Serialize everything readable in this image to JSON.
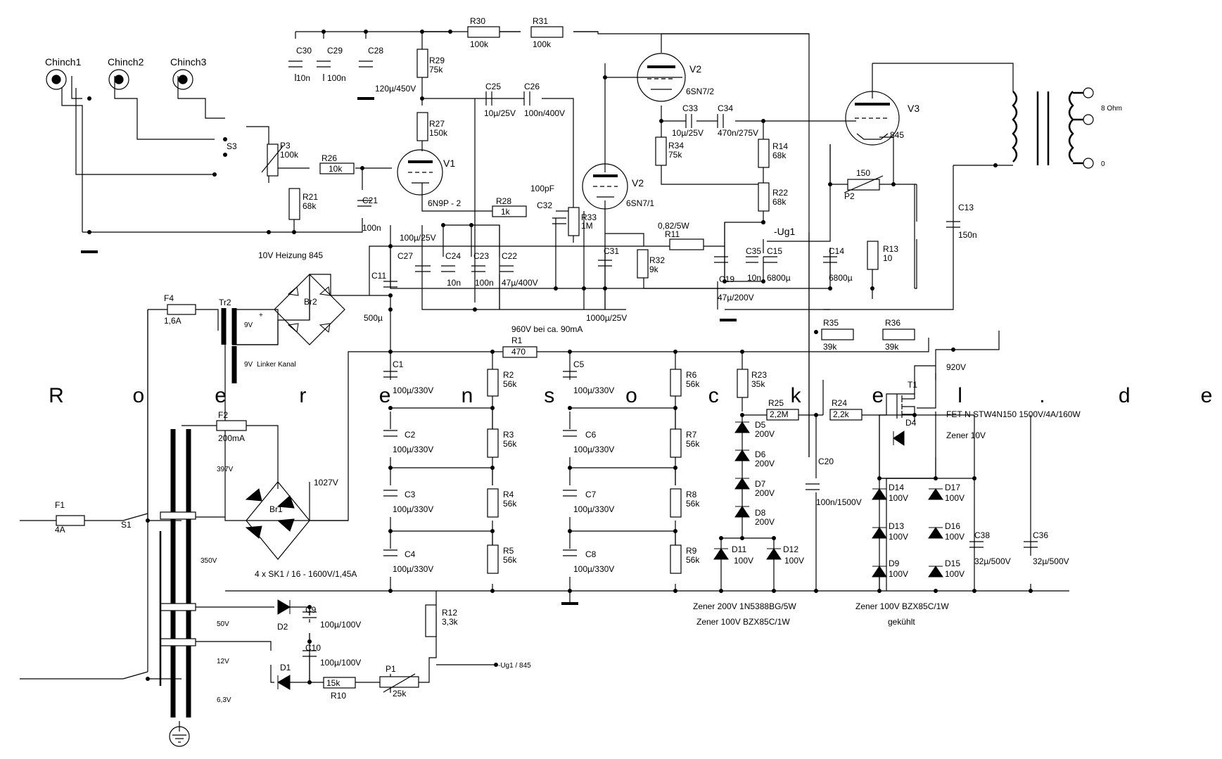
{
  "inputs": {
    "chinch1": "Chinch1",
    "chinch2": "Chinch2",
    "chinch3": "Chinch3",
    "s3": "S3"
  },
  "pot_p3": {
    "name": "P3",
    "value": "100k"
  },
  "tubes": {
    "v1": {
      "name": "V1",
      "type": "6N9P - 2"
    },
    "v2a": {
      "name": "V2",
      "type": "6SN7/2"
    },
    "v2b": {
      "name": "V2",
      "type": "6SN7/1"
    },
    "v3": {
      "name": "V3",
      "type": "845"
    }
  },
  "resistors": {
    "r30": {
      "name": "R30",
      "value": "100k"
    },
    "r31": {
      "name": "R31",
      "value": "100k"
    },
    "r29": {
      "name": "R29",
      "value": "75k"
    },
    "r27": {
      "name": "R27",
      "value": "150k"
    },
    "r26": {
      "name": "R26",
      "value": "10k"
    },
    "r21": {
      "name": "R21",
      "value": "68k"
    },
    "r28": {
      "name": "R28",
      "value": "1k"
    },
    "r33": {
      "name": "R33",
      "value": "1M"
    },
    "r32": {
      "name": "R32",
      "value": "9k"
    },
    "r11": {
      "name": "R11",
      "value": "0,82/5W"
    },
    "r34": {
      "name": "R34",
      "value": "75k"
    },
    "r14": {
      "name": "R14",
      "value": "68k"
    },
    "r22": {
      "name": "R22",
      "value": "68k"
    },
    "r13": {
      "name": "R13",
      "value": "10"
    },
    "r35": {
      "name": "R35",
      "value": "39k"
    },
    "r36": {
      "name": "R36",
      "value": "39k"
    },
    "r1": {
      "name": "R1",
      "value": "470"
    },
    "r2": {
      "name": "R2",
      "value": "56k"
    },
    "r3": {
      "name": "R3",
      "value": "56k"
    },
    "r4": {
      "name": "R4",
      "value": "56k"
    },
    "r5": {
      "name": "R5",
      "value": "56k"
    },
    "r6": {
      "name": "R6",
      "value": "56k"
    },
    "r7": {
      "name": "R7",
      "value": "56k"
    },
    "r8": {
      "name": "R8",
      "value": "56k"
    },
    "r9": {
      "name": "R9",
      "value": "56k"
    },
    "r23": {
      "name": "R23",
      "value": "35k"
    },
    "r25": {
      "name": "R25",
      "value": "2,2M"
    },
    "r24": {
      "name": "R24",
      "value": "2,2k"
    },
    "r12": {
      "name": "R12",
      "value": "3,3k"
    },
    "r10": {
      "name": "R10",
      "value": "15k"
    }
  },
  "capacitors": {
    "c30": {
      "name": "C30",
      "value": "10n"
    },
    "c29": {
      "name": "C29",
      "value": "100n"
    },
    "c28": {
      "name": "C28",
      "value": "120µ/450V"
    },
    "c25": {
      "name": "C25",
      "value": "10µ/25V"
    },
    "c26": {
      "name": "C26",
      "value": "100n/400V"
    },
    "c21": {
      "name": "C21",
      "value": "100n"
    },
    "c32": {
      "name": "C32",
      "value": "100pF"
    },
    "c27": {
      "name": "C27",
      "value": "100µ/25V"
    },
    "c24": {
      "name": "C24",
      "value": "10n"
    },
    "c23": {
      "name": "C23",
      "value": "100n"
    },
    "c22": {
      "name": "C22",
      "value": "47µ/400V"
    },
    "c31": {
      "name": "C31",
      "value": "1000µ/25V"
    },
    "c33": {
      "name": "C33",
      "value": "10µ/25V"
    },
    "c34": {
      "name": "C34",
      "value": "470n/275V"
    },
    "c19": {
      "name": "C19",
      "value": "47µ/200V"
    },
    "c35": {
      "name": "C35",
      "value": "10n"
    },
    "c15": {
      "name": "C15",
      "value": "6800µ"
    },
    "c14": {
      "name": "C14",
      "value": "6800µ"
    },
    "c13": {
      "name": "C13",
      "value": "150n"
    },
    "c11": {
      "name": "C11",
      "value": "500µ"
    },
    "c1": {
      "name": "C1",
      "value": "100µ/330V"
    },
    "c2": {
      "name": "C2",
      "value": "100µ/330V"
    },
    "c3": {
      "name": "C3",
      "value": "100µ/330V"
    },
    "c4": {
      "name": "C4",
      "value": "100µ/330V"
    },
    "c5": {
      "name": "C5",
      "value": "100µ/330V"
    },
    "c6": {
      "name": "C6",
      "value": "100µ/330V"
    },
    "c7": {
      "name": "C7",
      "value": "100µ/330V"
    },
    "c8": {
      "name": "C8",
      "value": "100µ/330V"
    },
    "c20": {
      "name": "C20",
      "value": "100n/1500V"
    },
    "c38": {
      "name": "C38",
      "value": "32µ/500V"
    },
    "c36": {
      "name": "C36",
      "value": "32µ/500V"
    },
    "c9": {
      "name": "C9",
      "value": "100µ/100V"
    },
    "c10": {
      "name": "C10",
      "value": "100µ/100V"
    }
  },
  "diodes": {
    "d5": {
      "name": "D5",
      "value": "200V"
    },
    "d6": {
      "name": "D6",
      "value": "200V"
    },
    "d7": {
      "name": "D7",
      "value": "200V"
    },
    "d8": {
      "name": "D8",
      "value": "200V"
    },
    "d11": {
      "name": "D11",
      "value": "100V"
    },
    "d12": {
      "name": "D12",
      "value": "100V"
    },
    "d14": {
      "name": "D14",
      "value": "100V"
    },
    "d13": {
      "name": "D13",
      "value": "100V"
    },
    "d9": {
      "name": "D9",
      "value": "100V"
    },
    "d17": {
      "name": "D17",
      "value": "100V"
    },
    "d16": {
      "name": "D16",
      "value": "100V"
    },
    "d15": {
      "name": "D15",
      "value": "100V"
    },
    "d4": {
      "name": "D4",
      "value": "Zener 10V"
    },
    "d1": {
      "name": "D1"
    },
    "d2": {
      "name": "D2"
    }
  },
  "pot_p2": {
    "name": "P2",
    "value": "150"
  },
  "pot_p1": {
    "name": "P1",
    "value": "25k"
  },
  "fet": {
    "name": "T1",
    "desc": "FET-N STW4N150 1500V/4A/160W"
  },
  "fuses": {
    "f1": {
      "name": "F1",
      "value": "4A"
    },
    "f2": {
      "name": "F2",
      "value": "200mA"
    },
    "f4": {
      "name": "F4",
      "value": "1,6A"
    }
  },
  "switches": {
    "s1": "S1"
  },
  "bridges": {
    "br1": "Br1",
    "br2": "Br2",
    "br1_desc": "4 x SK1 / 16 - 1600V/1,45A"
  },
  "transformers": {
    "tr2": "Tr2",
    "tr2_sec1": "9V",
    "tr2_sec2": "9V",
    "tr2_note": "Linker Kanal",
    "heater": "10V Heizung 845",
    "plus": "+"
  },
  "voltages": {
    "v397": "397V",
    "v350": "350V",
    "v50": "50V",
    "v12": "12V",
    "v63": "6,3V",
    "v1027": "1027V",
    "v960": "960V bei ca. 90mA",
    "v920": "920V",
    "ug1": "-Ug1",
    "ug1_845": "-Ug1 /  845"
  },
  "output": {
    "ohm8": "8 Ohm",
    "zero": "0"
  },
  "notes": {
    "zener200": "Zener 200V  1N5388BG/5W",
    "zener100a": "Zener 100V  BZX85C/1W",
    "zener100b": "Zener 100V  BZX85C/1W",
    "cooled": "gekühlt"
  },
  "brand_letters": [
    "R",
    "o",
    "e",
    "r",
    "e",
    "n",
    "s",
    "o",
    "c",
    "k",
    "e",
    "l",
    ".",
    "d",
    "e"
  ]
}
